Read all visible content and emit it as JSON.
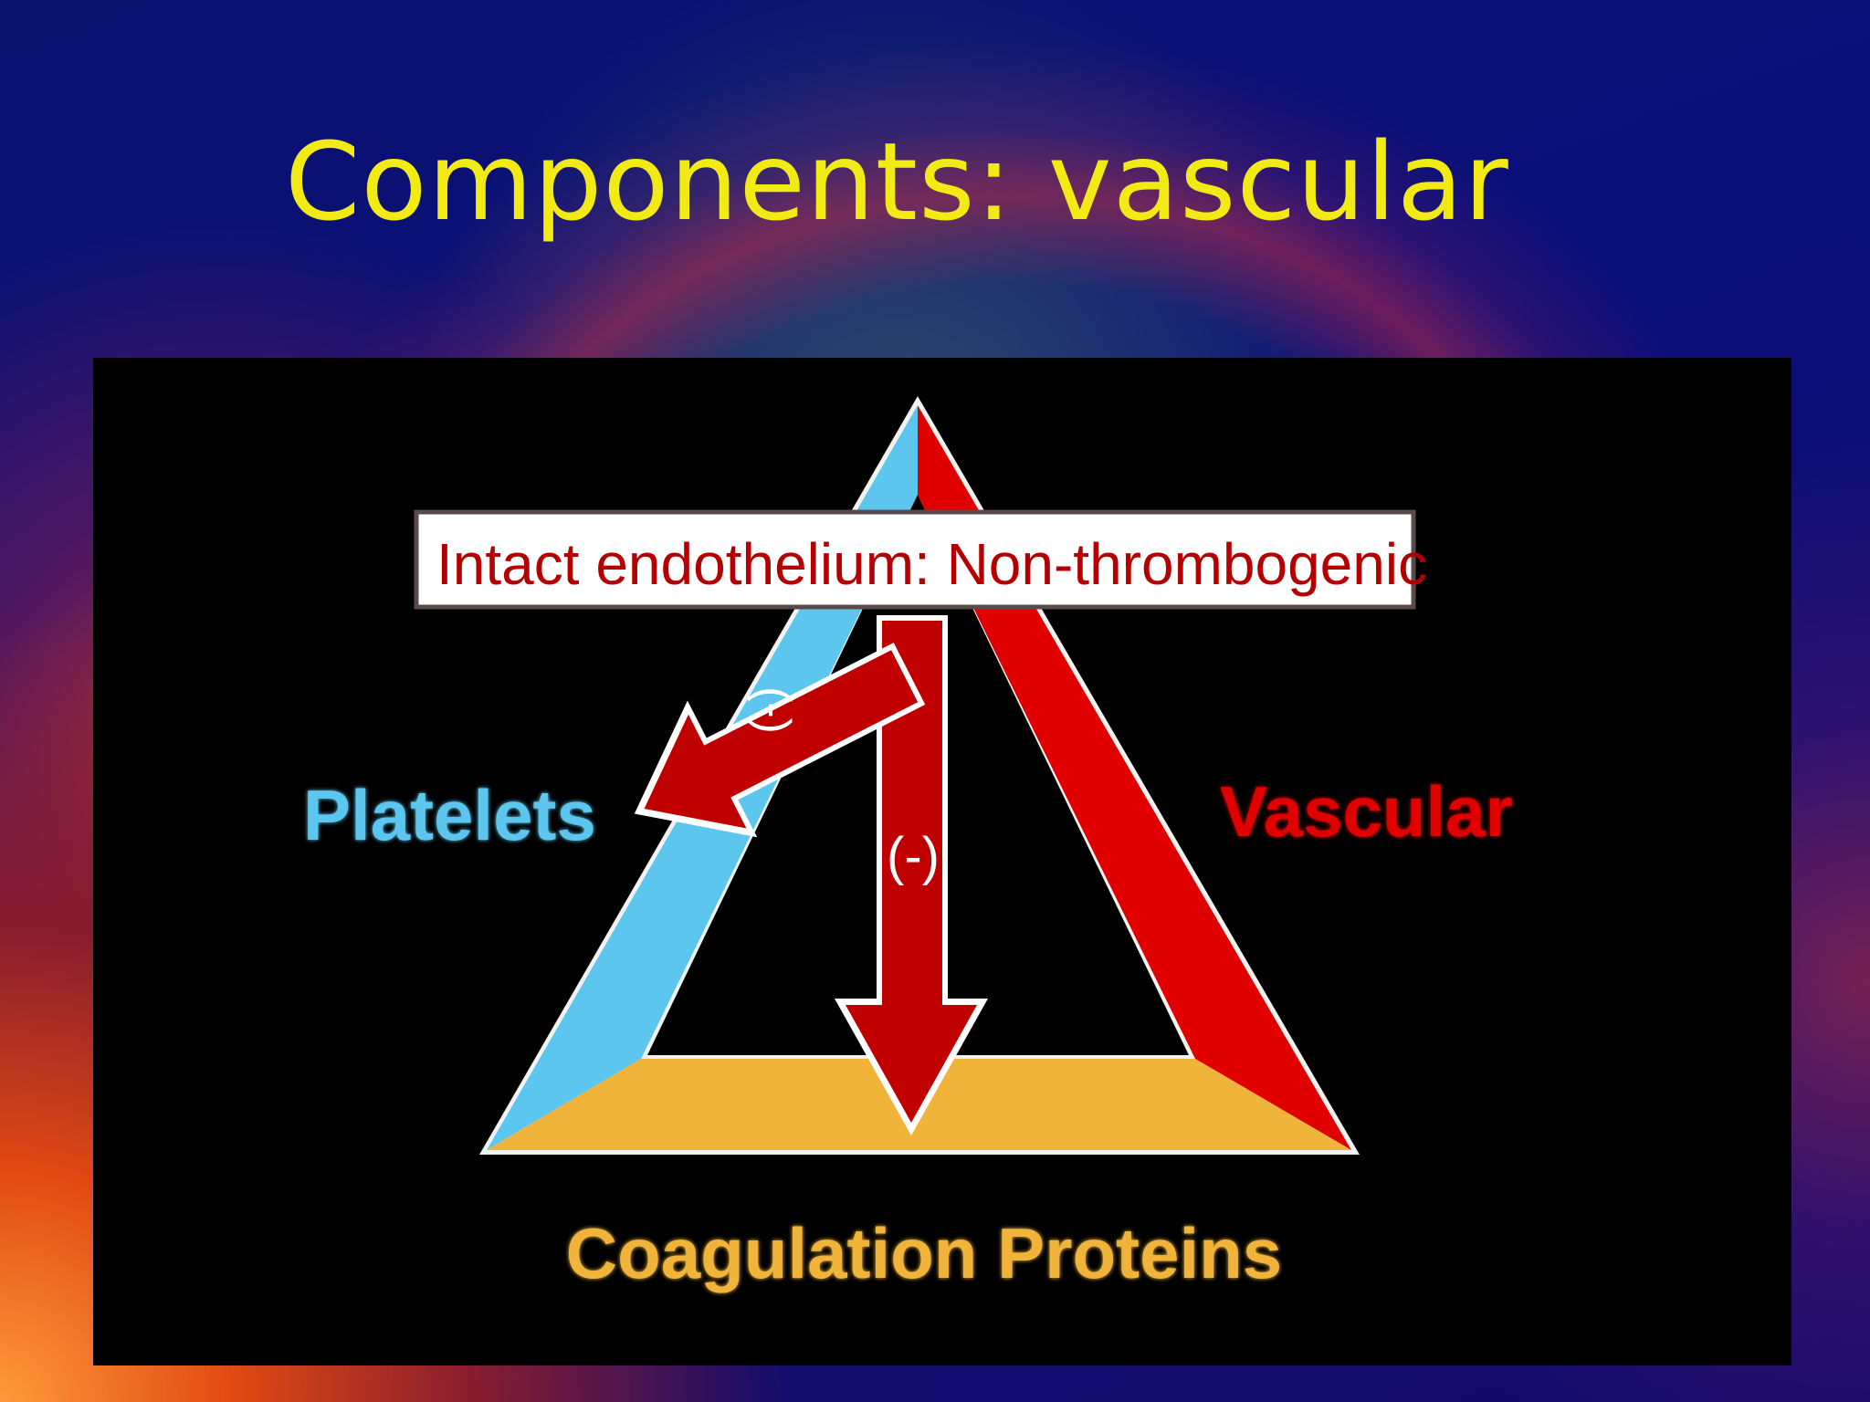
{
  "slide": {
    "title": "Components: vascular"
  },
  "diagram": {
    "callout_text": "Intact endothelium: Non-thrombogenic",
    "labels": {
      "platelets": "Platelets",
      "vascular": "Vascular",
      "coagulation": "Coagulation Proteins"
    },
    "arrow_marks": {
      "diagonal": "(-)",
      "vertical": "(-)"
    },
    "colors": {
      "title": "#f2ea14",
      "platelets": "#5cc6ef",
      "vascular": "#e00000",
      "coagulation": "#f0b43a",
      "arrow": "#c00000",
      "callout_text": "#b40000"
    }
  }
}
